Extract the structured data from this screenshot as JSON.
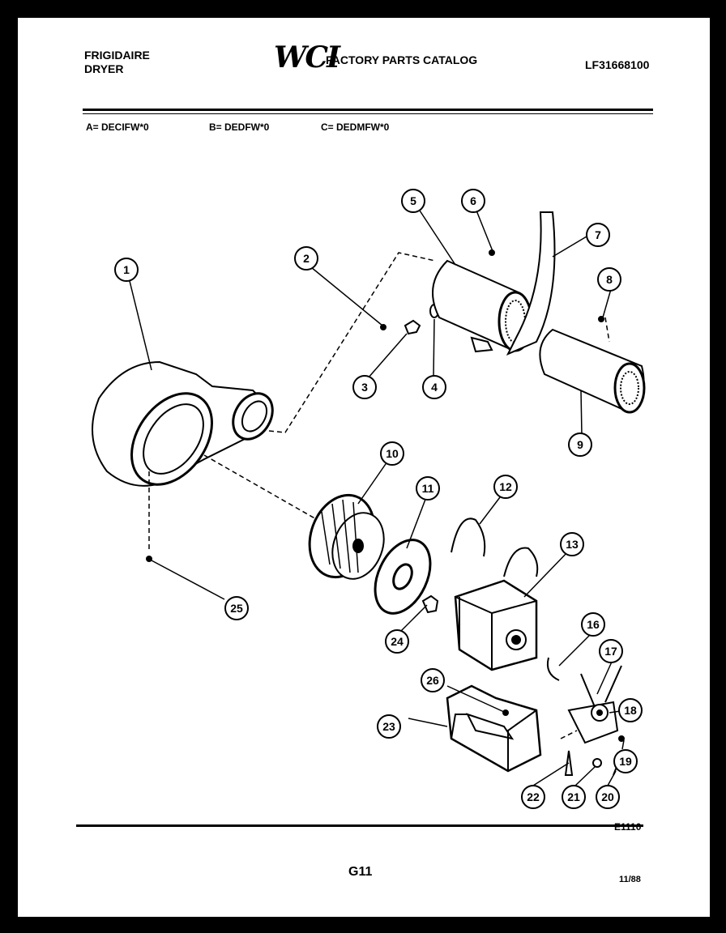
{
  "header": {
    "brand_line1": "FRIGIDAIRE",
    "brand_line2": "DRYER",
    "logo": "WCI",
    "catalog_title": "FACTORY PARTS CATALOG",
    "catalog_number": "LF31668100"
  },
  "models": {
    "a": "A= DECIFW*0",
    "b": "B= DEDFW*0",
    "c": "C= DEDMFW*0"
  },
  "callouts": [
    "1",
    "2",
    "3",
    "4",
    "5",
    "6",
    "7",
    "8",
    "9",
    "10",
    "11",
    "12",
    "13",
    "16",
    "17",
    "18",
    "19",
    "20",
    "21",
    "22",
    "23",
    "24",
    "25",
    "26"
  ],
  "footer": {
    "figure_code": "E1110",
    "page_code": "G11",
    "date": "11/88"
  }
}
